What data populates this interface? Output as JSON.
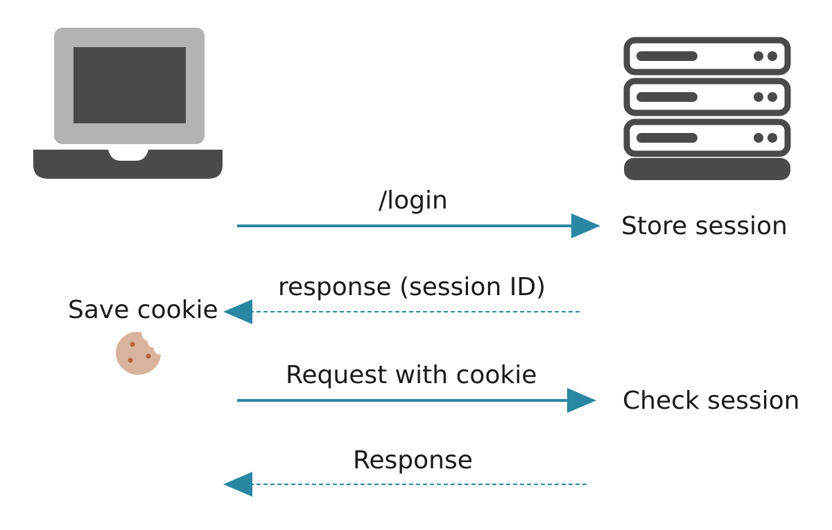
{
  "diagram": {
    "nodes": {
      "client": {
        "icon": "laptop-icon"
      },
      "server": {
        "icon": "server-rack-icon"
      },
      "cookie": {
        "icon": "cookie-icon"
      }
    },
    "messages": [
      {
        "label": "/login",
        "direction": "client-to-server",
        "style": "solid"
      },
      {
        "label": "response (session ID)",
        "direction": "server-to-client",
        "style": "dashed"
      },
      {
        "label": "Request with cookie",
        "direction": "client-to-server",
        "style": "solid"
      },
      {
        "label": "Response",
        "direction": "server-to-client",
        "style": "dashed"
      }
    ],
    "notes": {
      "store_session": "Store session",
      "save_cookie": "Save cookie",
      "check_session": "Check session"
    }
  },
  "colors": {
    "arrow": "#2a87a3",
    "icon_dark": "#4a4a4a",
    "icon_light": "#b3b3b3",
    "cookie": "#d9b39e",
    "cookie_chip": "#b5643a"
  }
}
